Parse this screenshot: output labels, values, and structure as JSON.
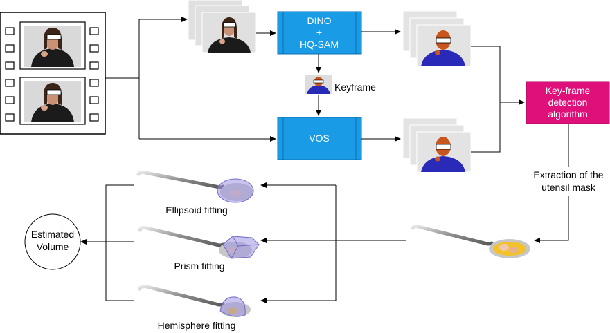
{
  "blocks": {
    "dino_line1": "DINO",
    "dino_line2": "+",
    "dino_line3": "HQ-SAM",
    "vos": "VOS",
    "keyframe_algo_line1": "Key-frame",
    "keyframe_algo_line2": "detection",
    "keyframe_algo_line3": "algorithm"
  },
  "labels": {
    "keyframe": "Keyframe",
    "extraction_line1": "Extraction of the",
    "extraction_line2": "utensil mask",
    "ellipsoid": "Ellipsoid fitting",
    "prism": "Prism fitting",
    "hemisphere": "Hemisphere fitting",
    "estimated_line1": "Estimated",
    "estimated_line2": "Volume"
  },
  "colors": {
    "process_box": "#1a9be6",
    "process_border": "#0f6fb0",
    "keyframe_box": "#e0107a",
    "mask_blue": "#2a2ab8",
    "hair_orange": "#c8561e",
    "spoon_metal": "#9a9a9a",
    "fit_shape": "#9a94e0"
  }
}
